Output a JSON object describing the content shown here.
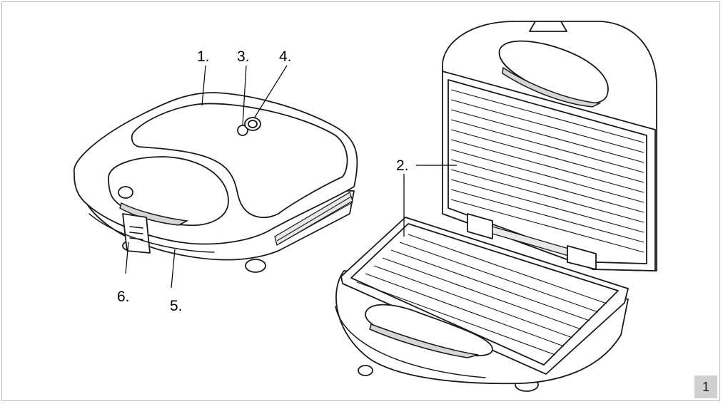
{
  "callouts": {
    "c1": "1.",
    "c2": "2.",
    "c3": "3.",
    "c4": "4.",
    "c5": "5.",
    "c6": "6."
  },
  "figure_number": "1"
}
